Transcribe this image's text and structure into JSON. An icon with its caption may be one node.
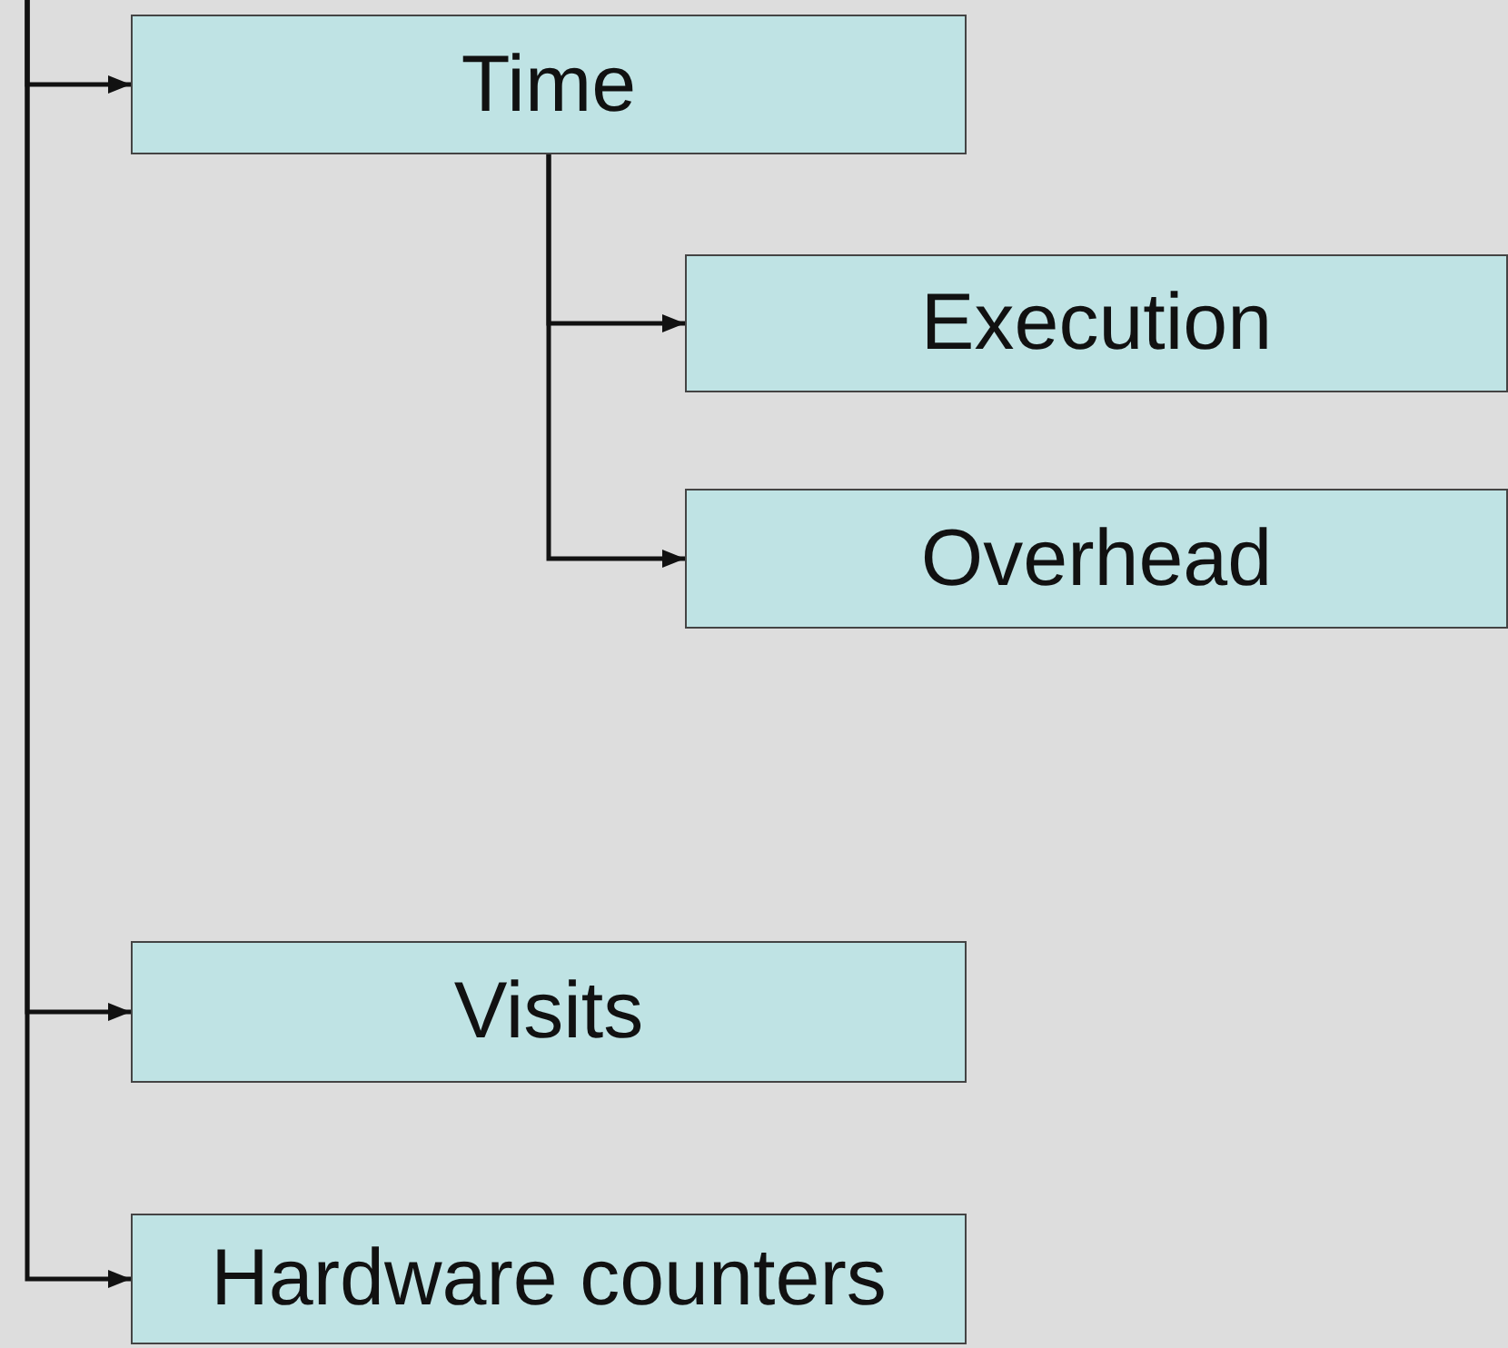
{
  "diagram": {
    "nodes": [
      {
        "text": [
          "Time"
        ]
      },
      {
        "text": [
          "Execution"
        ]
      },
      {
        "text": [
          "Overhead"
        ]
      },
      {
        "text": [
          "Visits"
        ]
      },
      {
        "text": [
          "Hardware counters"
        ]
      }
    ],
    "edges": [
      {
        "from": null,
        "to": 0,
        "arrow": "to"
      },
      {
        "from": 0,
        "to": 1,
        "arrow": "to"
      },
      {
        "from": 0,
        "to": 2,
        "arrow": "to"
      },
      {
        "from": null,
        "to": 3,
        "arrow": "to"
      },
      {
        "from": null,
        "to": 4,
        "arrow": "to"
      }
    ]
  }
}
